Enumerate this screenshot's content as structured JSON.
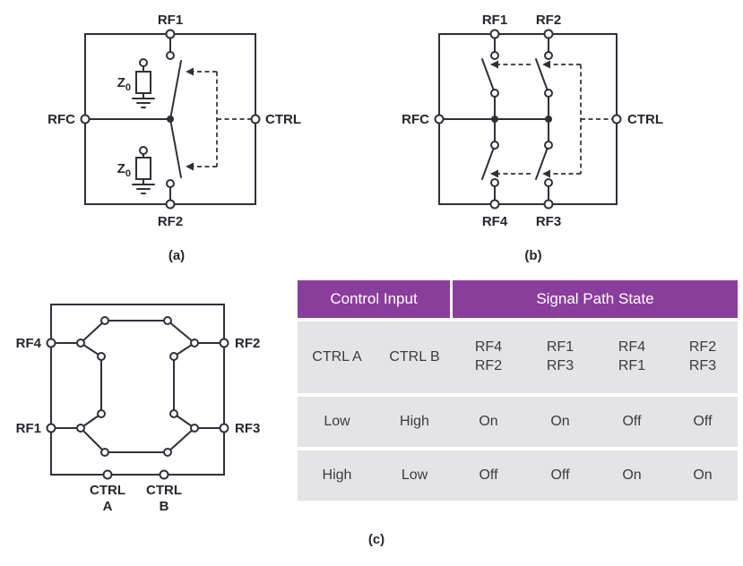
{
  "figure": {
    "caption_a": "(a)",
    "caption_b": "(b)",
    "caption_c": "(c)"
  },
  "colors": {
    "accent_purple": "#8A3E9C",
    "table_row_gray": "#E4E4E6",
    "diagram_line": "#30303A",
    "header_text": "#FFFFFF",
    "body_text": "#3A3A42"
  },
  "diagram_a": {
    "rf1": "RF1",
    "rf2": "RF2",
    "rfc": "RFC",
    "ctrl": "CTRL",
    "z_top": {
      "main": "Z",
      "sub": "0"
    },
    "z_bottom": {
      "main": "Z",
      "sub": "0"
    }
  },
  "diagram_b": {
    "rf1": "RF1",
    "rf2": "RF2",
    "rf3": "RF3",
    "rf4": "RF4",
    "rfc": "RFC",
    "ctrl": "CTRL"
  },
  "diagram_c": {
    "rf1": "RF1",
    "rf2": "RF2",
    "rf3": "RF3",
    "rf4": "RF4",
    "ctrl_a": {
      "line1": "CTRL",
      "line2": "A"
    },
    "ctrl_b": {
      "line1": "CTRL",
      "line2": "B"
    }
  },
  "table": {
    "header": {
      "control": "Control Input",
      "signal": "Signal Path State"
    },
    "labels": {
      "ctrl_a": "CTRL A",
      "ctrl_b": "CTRL B"
    },
    "pairs": [
      {
        "top": "RF4",
        "bottom": "RF2"
      },
      {
        "top": "RF1",
        "bottom": "RF3"
      },
      {
        "top": "RF4",
        "bottom": "RF1"
      },
      {
        "top": "RF2",
        "bottom": "RF3"
      }
    ],
    "rows": [
      {
        "ctrl_a": "Low",
        "ctrl_b": "High",
        "states": [
          "On",
          "On",
          "Off",
          "Off"
        ]
      },
      {
        "ctrl_a": "High",
        "ctrl_b": "Low",
        "states": [
          "Off",
          "Off",
          "On",
          "On"
        ]
      }
    ]
  }
}
